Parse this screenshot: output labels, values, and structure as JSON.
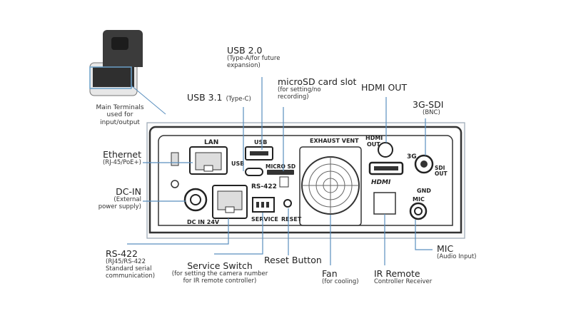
{
  "main_terminals": {
    "label": "Main Terminals\nused for\ninput/output"
  },
  "callouts": {
    "usb20": {
      "title": "USB 2.0",
      "sub": "(Type-A/for future\nexpansion)"
    },
    "usb31": {
      "title": "USB 3.1",
      "sub": "(Type-C)"
    },
    "microsd": {
      "title": "microSD card slot",
      "sub": "(for setting/no\nrecording)"
    },
    "hdmi": {
      "title": "HDMI OUT",
      "sub": ""
    },
    "sdi": {
      "title": "3G-SDI",
      "sub": "(BNC)"
    },
    "ethernet": {
      "title": "Ethernet",
      "sub": "(RJ-45/PoE+)"
    },
    "dcin": {
      "title": "DC-IN",
      "sub": "(External\npower supply)"
    },
    "rs422": {
      "title": "RS-422",
      "sub": "(RJ45/RS-422\nStandard serial\ncommunication)"
    },
    "service": {
      "title": "Service Switch",
      "sub": "(for setting the camera number\nfor IR remote controller)"
    },
    "reset": {
      "title": "Reset Button",
      "sub": ""
    },
    "fan": {
      "title": "Fan",
      "sub": "(for cooling)"
    },
    "ir": {
      "title": "IR Remote",
      "sub": "Controller Receiver"
    },
    "mic": {
      "title": "MIC",
      "sub": "(Audio Input)"
    }
  },
  "panel_labels": {
    "lan": "LAN",
    "usb": "USB",
    "usb_c": "USB",
    "micro_sd": "MICRO SD",
    "rs422": "RS-422",
    "dc_in": "DC IN 24V",
    "service": "SERVICE",
    "reset": "RESET",
    "exhaust_vent": "EXHAUST VENT",
    "hdmi_out": "HDMI\nOUT",
    "hdmi_logo": "HDMI",
    "three_g": "3G",
    "sdi_out": "SDI\nOUT",
    "gnd": "GND",
    "mic": "MIC"
  }
}
